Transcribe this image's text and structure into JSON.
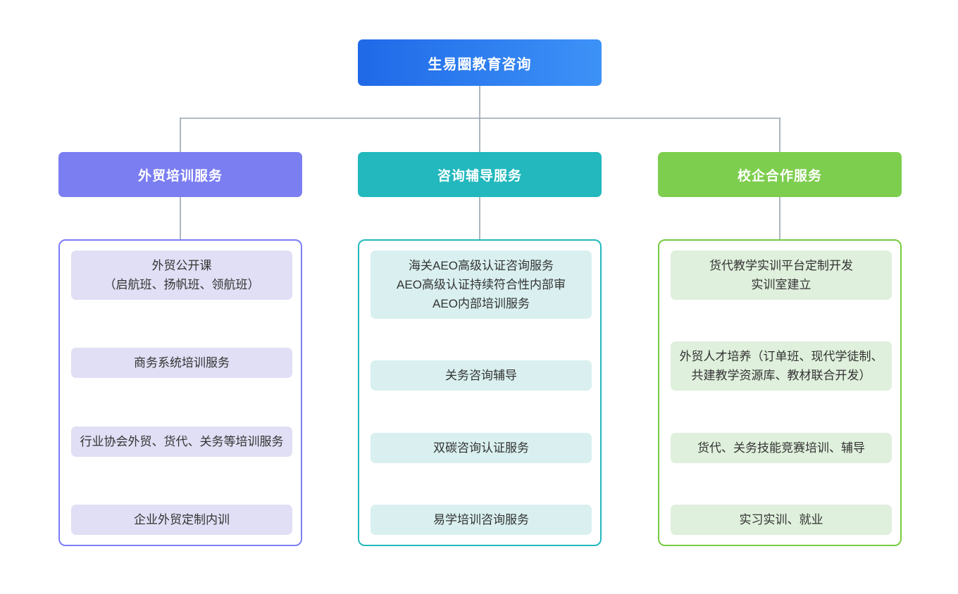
{
  "root": {
    "label": "生易圈教育咨询",
    "gradient_from": "#1f69e8",
    "gradient_to": "#3d92f7"
  },
  "connector_color": "#9aa4b0",
  "branches": [
    {
      "label": "外贸培训服务",
      "header_color": "#7b7ef0",
      "border_color": "#7b7ef5",
      "leaf_color": "#e0dff5",
      "items": [
        {
          "label": "外贸公开课\n（启航班、扬帆班、领航班）"
        },
        {
          "label": "商务系统培训服务"
        },
        {
          "label": "行业协会外贸、货代、关务等培训服务"
        },
        {
          "label": "企业外贸定制内训"
        }
      ]
    },
    {
      "label": "咨询辅导服务",
      "header_color": "#22b8bd",
      "border_color": "#22b8bd",
      "leaf_color": "#daf0f0",
      "items": [
        {
          "label": "海关AEO高级认证咨询服务\nAEO高级认证持续符合性内部审\nAEO内部培训服务"
        },
        {
          "label": "关务咨询辅导"
        },
        {
          "label": "双碳咨询认证服务"
        },
        {
          "label": "易学培训咨询服务"
        }
      ]
    },
    {
      "label": "校企合作服务",
      "header_color": "#7dce4e",
      "border_color": "#76cc3f",
      "leaf_color": "#dff0dc",
      "items": [
        {
          "label": "货代教学实训平台定制开发\n实训室建立"
        },
        {
          "label": "外贸人才培养（订单班、现代学徒制、共建教学资源库、教材联合开发）"
        },
        {
          "label": "货代、关务技能竞赛培训、辅导"
        },
        {
          "label": "实习实训、就业"
        }
      ]
    }
  ]
}
